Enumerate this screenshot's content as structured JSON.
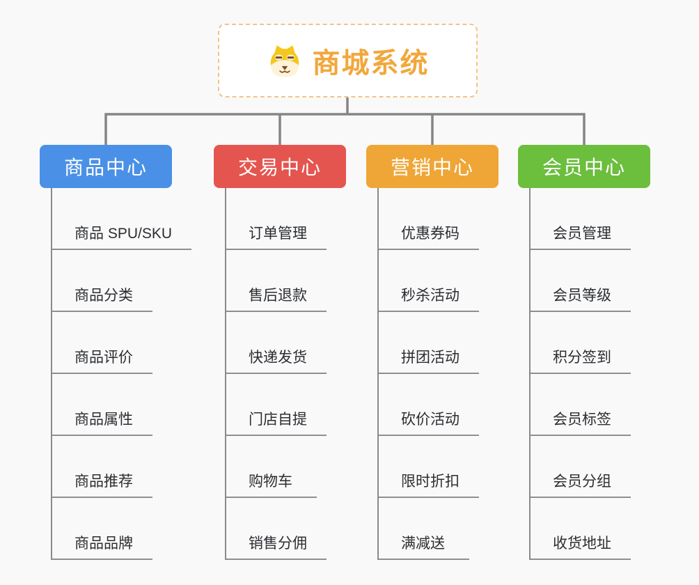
{
  "root": {
    "title": "商城系统",
    "icon": "dog-face-icon",
    "accent_color": "#f2a73c",
    "border_color": "#f1c584"
  },
  "colors": {
    "connector_line": "#858585",
    "underline": "#8f8f8f",
    "canvas_background": "#f9f9f9",
    "subtopic_text": "#2b2d31"
  },
  "branches": [
    {
      "label": "商品中心",
      "color": "#4a90e6",
      "items": [
        "商品 SPU/SKU",
        "商品分类",
        "商品评价",
        "商品属性",
        "商品推荐",
        "商品品牌"
      ]
    },
    {
      "label": "交易中心",
      "color": "#e5554f",
      "items": [
        "订单管理",
        "售后退款",
        "快递发货",
        "门店自提",
        "购物车",
        "销售分佣"
      ]
    },
    {
      "label": "营销中心",
      "color": "#efa636",
      "items": [
        "优惠券码",
        "秒杀活动",
        "拼团活动",
        "砍价活动",
        "限时折扣",
        "满减送"
      ]
    },
    {
      "label": "会员中心",
      "color": "#6cbe3d",
      "items": [
        "会员管理",
        "会员等级",
        "积分签到",
        "会员标签",
        "会员分组",
        "收货地址"
      ]
    }
  ]
}
